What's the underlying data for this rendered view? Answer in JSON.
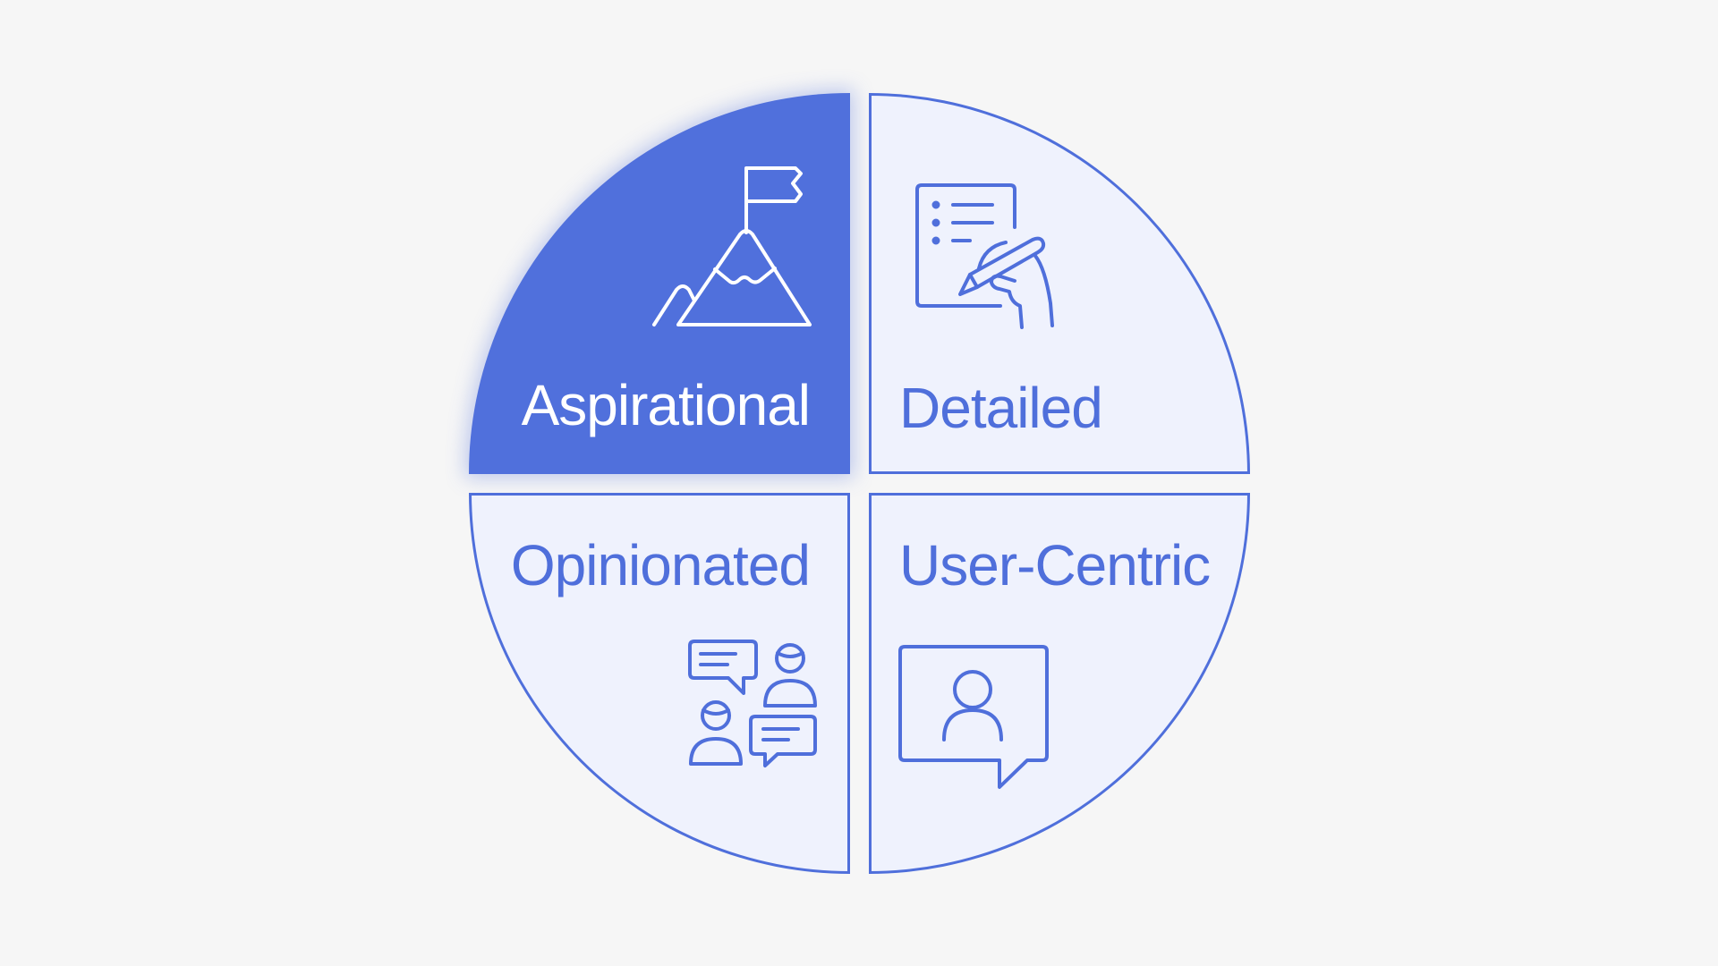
{
  "diagram": {
    "type": "four-quadrant-circle",
    "colors": {
      "background": "#f6f6f6",
      "accent": "#5070dc",
      "outline": "#4f6fdb",
      "quadrant_fill": "#eff2fd",
      "highlight_text": "#ffffff"
    },
    "quadrants": [
      {
        "position": "top-left",
        "label": "Aspirational",
        "icon": "mountain-flag-icon",
        "highlighted": true
      },
      {
        "position": "top-right",
        "label": "Detailed",
        "icon": "document-writing-icon",
        "highlighted": false
      },
      {
        "position": "bottom-left",
        "label": "Opinionated",
        "icon": "conversation-icon",
        "highlighted": false
      },
      {
        "position": "bottom-right",
        "label": "User-Centric",
        "icon": "user-speech-bubble-icon",
        "highlighted": false
      }
    ]
  }
}
